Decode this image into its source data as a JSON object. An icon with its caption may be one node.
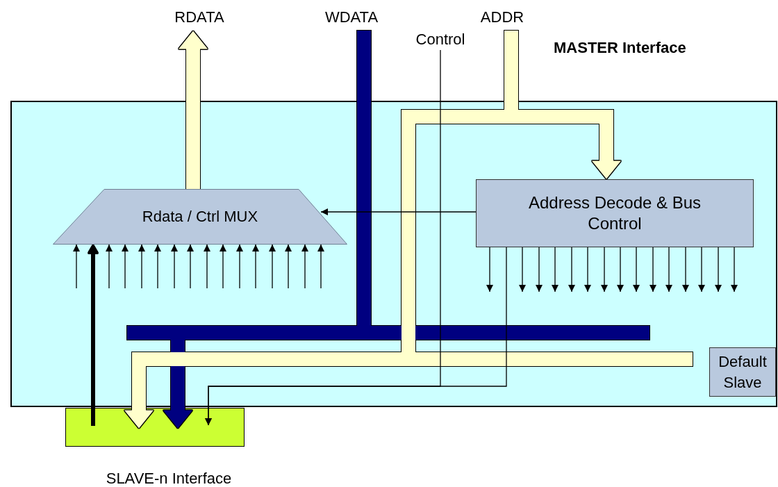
{
  "diagram": {
    "nodes": [
      {
        "text": [
          "MASTER Interface"
        ]
      },
      {
        "text": [
          "Rdata / Ctrl MUX"
        ],
        "in": 0
      },
      {
        "text": [
          "Address Decode & Bus Control"
        ],
        "in": 0
      },
      {
        "text": [
          "Default Slave"
        ],
        "in": 0
      },
      {
        "text": [
          "SLAVE-n Interface"
        ]
      },
      {
        "text": [
          "RDATA"
        ]
      },
      {
        "text": [
          "WDATA"
        ]
      },
      {
        "text": [
          "ADDR"
        ]
      },
      {
        "text": [
          "Control"
        ]
      }
    ],
    "edges": [
      {
        "from": 1,
        "to": 5,
        "arrow": "to",
        "style": "thick",
        "color": "#ffffcc"
      },
      {
        "from": 6,
        "to": 4,
        "arrow": "to",
        "style": "thick",
        "color": "#000080"
      },
      {
        "from": 7,
        "to": 2,
        "arrow": "to",
        "style": "thick",
        "color": "#ffffcc"
      },
      {
        "from": 7,
        "to": 4,
        "arrow": "to",
        "style": "thick",
        "color": "#ffffcc"
      },
      {
        "from": 8,
        "to": 4,
        "arrow": "to"
      },
      {
        "from": 2,
        "to": 1,
        "arrow": "to"
      },
      {
        "from": 2,
        "to": 4,
        "arrow": "to"
      },
      {
        "from": 4,
        "to": 1,
        "arrow": "to",
        "style": "thick"
      },
      {
        "from": null,
        "to": 1,
        "arrow": "to"
      },
      {
        "from": null,
        "to": 1,
        "arrow": "to"
      },
      {
        "from": null,
        "to": 1,
        "arrow": "to"
      },
      {
        "from": null,
        "to": 1,
        "arrow": "to"
      },
      {
        "from": null,
        "to": 1,
        "arrow": "to"
      },
      {
        "from": null,
        "to": 1,
        "arrow": "to"
      },
      {
        "from": null,
        "to": 1,
        "arrow": "to"
      },
      {
        "from": null,
        "to": 1,
        "arrow": "to"
      },
      {
        "from": null,
        "to": 1,
        "arrow": "to"
      },
      {
        "from": null,
        "to": 1,
        "arrow": "to"
      },
      {
        "from": null,
        "to": 1,
        "arrow": "to"
      },
      {
        "from": null,
        "to": 1,
        "arrow": "to"
      },
      {
        "from": null,
        "to": 1,
        "arrow": "to"
      },
      {
        "from": null,
        "to": 1,
        "arrow": "to"
      },
      {
        "from": null,
        "to": 1,
        "arrow": "to"
      },
      {
        "from": 2,
        "to": null,
        "arrow": "to"
      },
      {
        "from": 2,
        "to": null,
        "arrow": "to"
      },
      {
        "from": 2,
        "to": null,
        "arrow": "to"
      },
      {
        "from": 2,
        "to": null,
        "arrow": "to"
      },
      {
        "from": 2,
        "to": null,
        "arrow": "to"
      },
      {
        "from": 2,
        "to": null,
        "arrow": "to"
      },
      {
        "from": 2,
        "to": null,
        "arrow": "to"
      },
      {
        "from": 2,
        "to": null,
        "arrow": "to"
      },
      {
        "from": 2,
        "to": null,
        "arrow": "to"
      },
      {
        "from": 2,
        "to": null,
        "arrow": "to"
      },
      {
        "from": 2,
        "to": null,
        "arrow": "to"
      },
      {
        "from": 2,
        "to": null,
        "arrow": "to"
      },
      {
        "from": 2,
        "to": null,
        "arrow": "to"
      },
      {
        "from": 2,
        "to": null,
        "arrow": "to"
      },
      {
        "from": 2,
        "to": null,
        "arrow": "to"
      }
    ]
  }
}
